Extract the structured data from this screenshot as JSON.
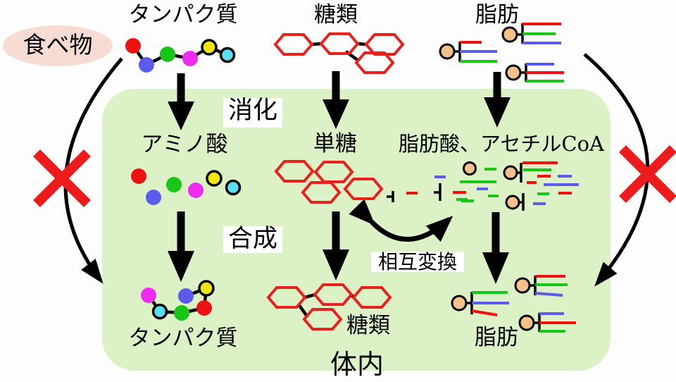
{
  "food_bubble": {
    "label": "食べ物"
  },
  "top_row": {
    "protein": "タンパク質",
    "sugar": "糖類",
    "fat": "脂肪"
  },
  "processes": {
    "digestion": "消化",
    "synthesis": "合成",
    "interconversion": "相互変換"
  },
  "digestion_products": {
    "amino_acid": "アミノ酸",
    "monosaccharide": "単糖",
    "fatty_acid": "脂肪酸、アセチルCoA"
  },
  "bottom_row": {
    "protein": "タンパク質",
    "sugar": "糖類",
    "fat": "脂肪"
  },
  "body_label": "体内",
  "icons": {
    "protein": "chain-of-colored-amino-acid-beads",
    "sugar": "red-hexagon-ring-chain",
    "fat": "glycerol-head-with-three-fatty-acid-tails",
    "blocked": "red-x-mark",
    "flow": "black-arrow"
  },
  "palette": {
    "body_box_green": "#dcf2c6",
    "food_bubble_pink": "#f7dcd3",
    "x_mark_red": "#ed1c1c",
    "sugar_hexagon_red": "#e8211d",
    "bead_red": "#ee1111",
    "bead_green": "#17c617",
    "bead_blue": "#5b5bee",
    "bead_magenta": "#ee2bee",
    "bead_yellow": "#f2e50c",
    "bead_cyan": "#59dff2",
    "fat_head_orange": "#f5c089",
    "arrow_black": "#000000"
  }
}
